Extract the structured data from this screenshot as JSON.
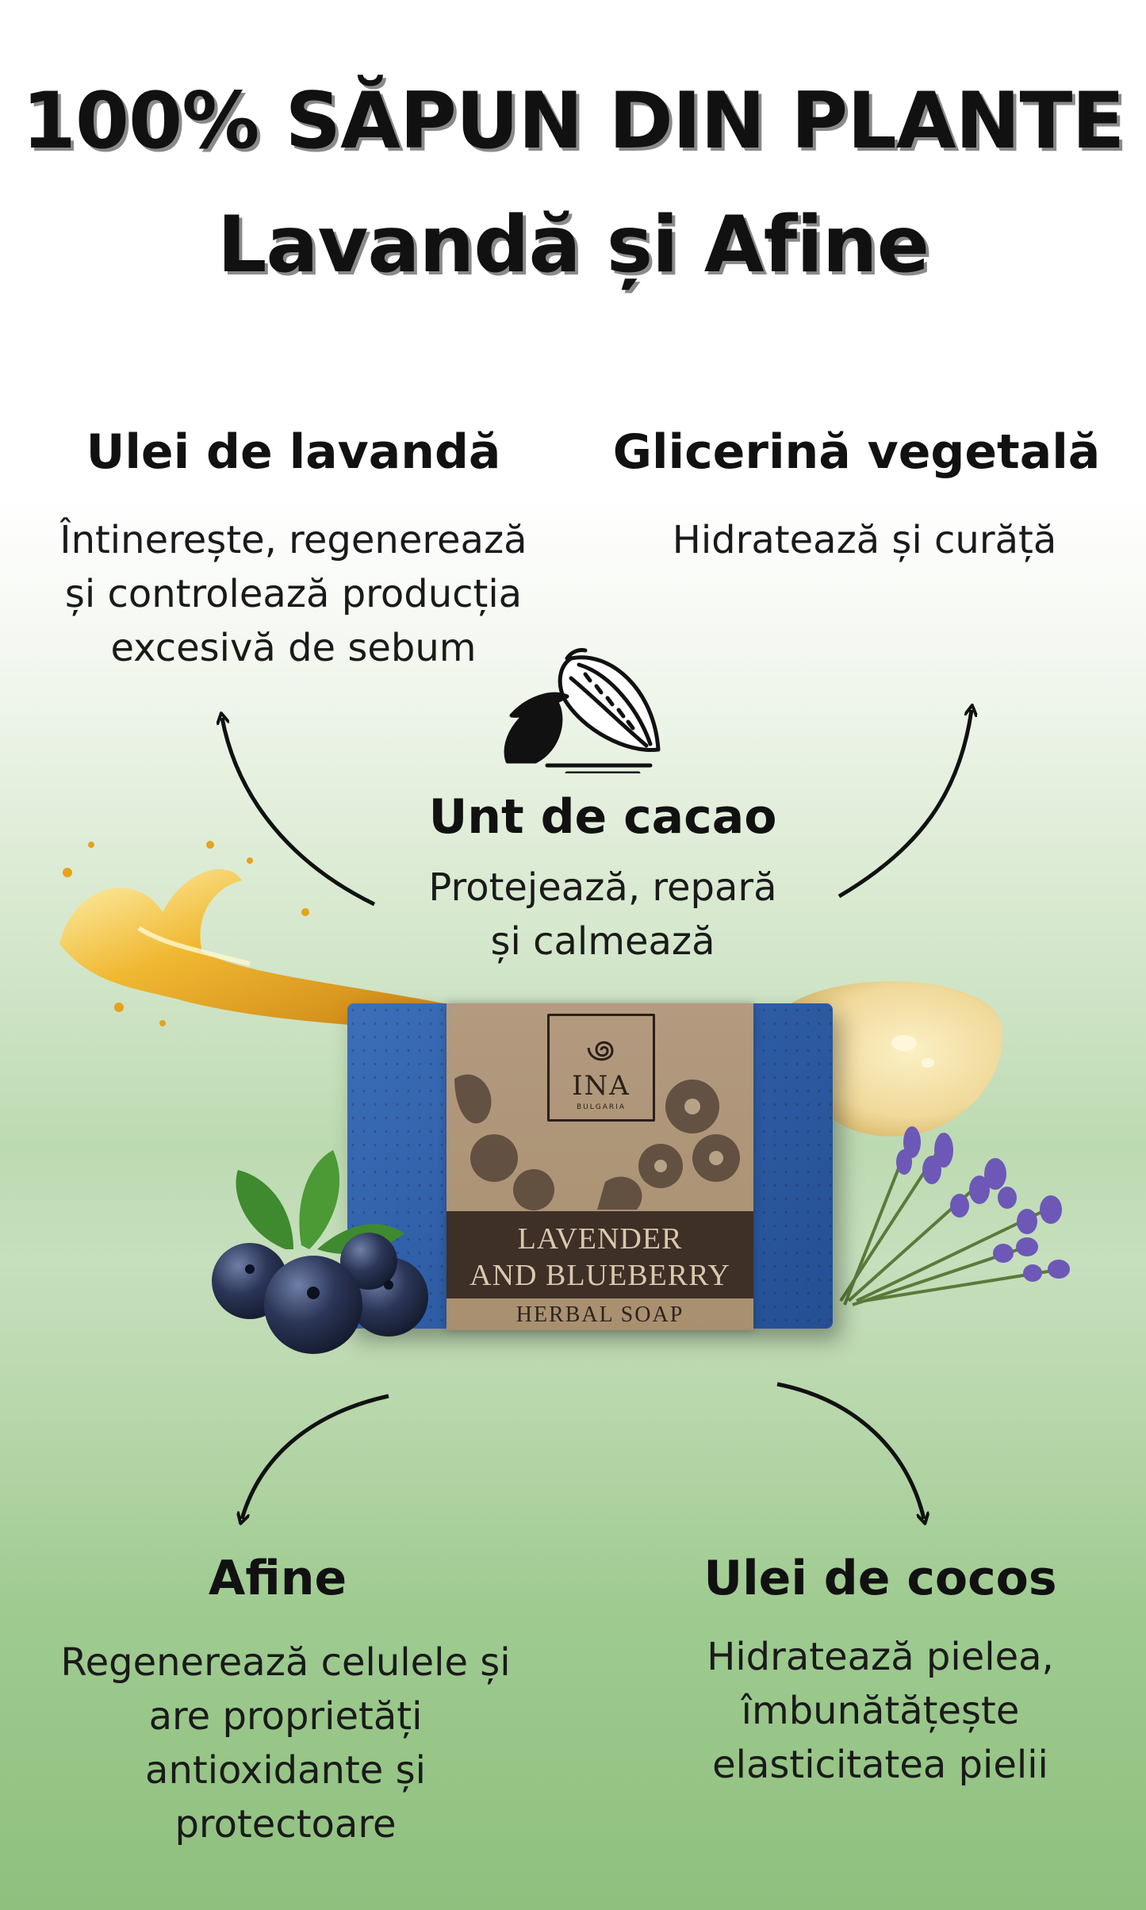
{
  "headline": {
    "line1": "100% SĂPUN DIN PLANTE",
    "line2": "Lavandă și Afine"
  },
  "ingredients": {
    "lavender_oil": {
      "title": "Ulei de lavandă",
      "description": [
        "Întinerește, regenerează",
        "și controlează producția",
        "excesivă de sebum"
      ]
    },
    "vegetable_glycerin": {
      "title": "Glicerină vegetală",
      "description": [
        "Hidratează și curăță"
      ]
    },
    "cocoa_butter": {
      "title": "Unt de cacao",
      "description": [
        "Protejează, repară",
        "și calmează"
      ]
    },
    "blueberries": {
      "title": "Afine",
      "description": [
        "Regenerează celulele și",
        "are proprietăți",
        "antioxidante și",
        "protectoare"
      ]
    },
    "coconut_oil": {
      "title": "Ulei de cocos",
      "description": [
        "Hidratează pielea,",
        "îmbunătățește",
        "elasticitatea pielii"
      ]
    }
  },
  "product": {
    "brand": "INA",
    "brand_sub": "BULGARIA",
    "name_line1": "LAVENDER",
    "name_line2": "AND BLUEBERRY",
    "type": "HERBAL SOAP",
    "soap_color": "#2f5ea6",
    "label_color": "#a8906f"
  },
  "icons": [
    "cocoa-pod-icon",
    "oil-splash-icon",
    "blueberry-icon",
    "lavender-sprig-icon",
    "glycerin-drop-icon"
  ]
}
